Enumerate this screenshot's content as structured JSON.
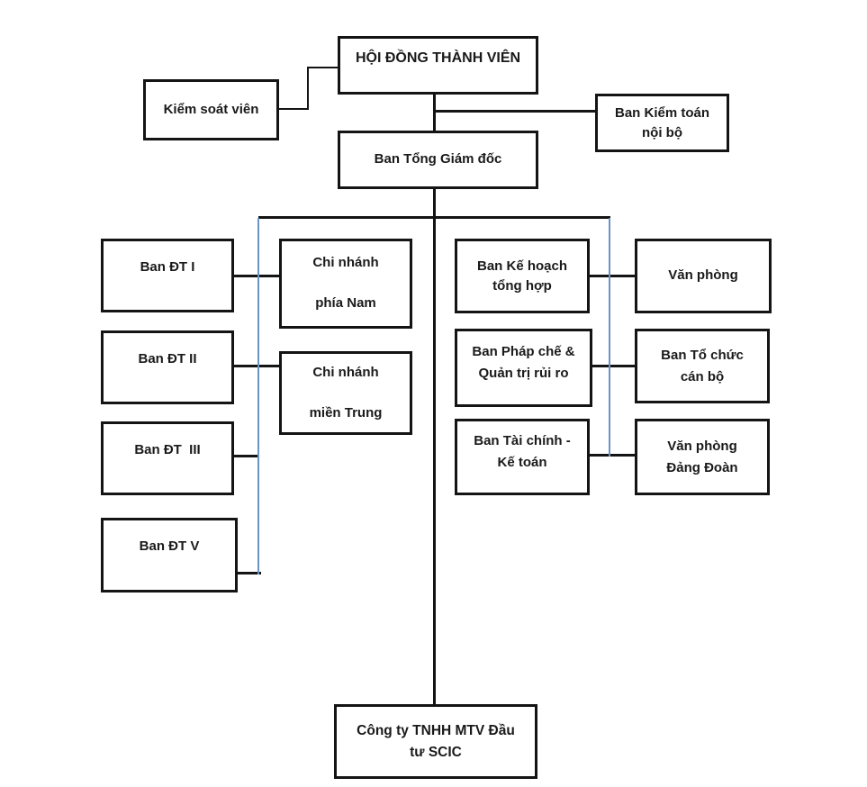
{
  "diagram": {
    "type": "org-chart",
    "nodes": {
      "board": {
        "line1": "HỘI ĐỒNG THÀNH VIÊN"
      },
      "controller": {
        "line1": "Kiểm soát viên"
      },
      "audit": {
        "line1": "Ban Kiểm toán",
        "line2": "nội bộ"
      },
      "ceo": {
        "line1": "Ban Tổng Giám đốc"
      },
      "dt1": {
        "line1": "Ban ĐT I"
      },
      "dt2": {
        "line1": "Ban ĐT II"
      },
      "dt3": {
        "line1": "Ban ĐT  III"
      },
      "dt5": {
        "line1": "Ban ĐT V"
      },
      "branch_south": {
        "line1": "Chi nhánh",
        "line2": "phía Nam"
      },
      "branch_central": {
        "line1": "Chi nhánh",
        "line2": "miền Trung"
      },
      "planning": {
        "line1": "Ban Kế hoạch",
        "line2": "tổng hợp"
      },
      "office": {
        "line1": "Văn phòng"
      },
      "legal": {
        "line1": "Ban Pháp chế &",
        "line2": "Quản trị rủi ro"
      },
      "personnel": {
        "line1": "Ban Tổ chức",
        "line2": "cán bộ"
      },
      "finance": {
        "line1": "Ban Tài chính -",
        "line2": "Kế toán"
      },
      "party_office": {
        "line1": "Văn phòng",
        "line2": "Đảng Đoàn"
      },
      "subsidiary": {
        "line1": "Công ty TNHH MTV Đầu",
        "line2": "tư SCIC"
      }
    },
    "colors": {
      "box_border": "#141414",
      "connector": "#141414",
      "guide_line": "#6b93c6",
      "text": "#1a1a1a",
      "background": "#ffffff"
    }
  }
}
